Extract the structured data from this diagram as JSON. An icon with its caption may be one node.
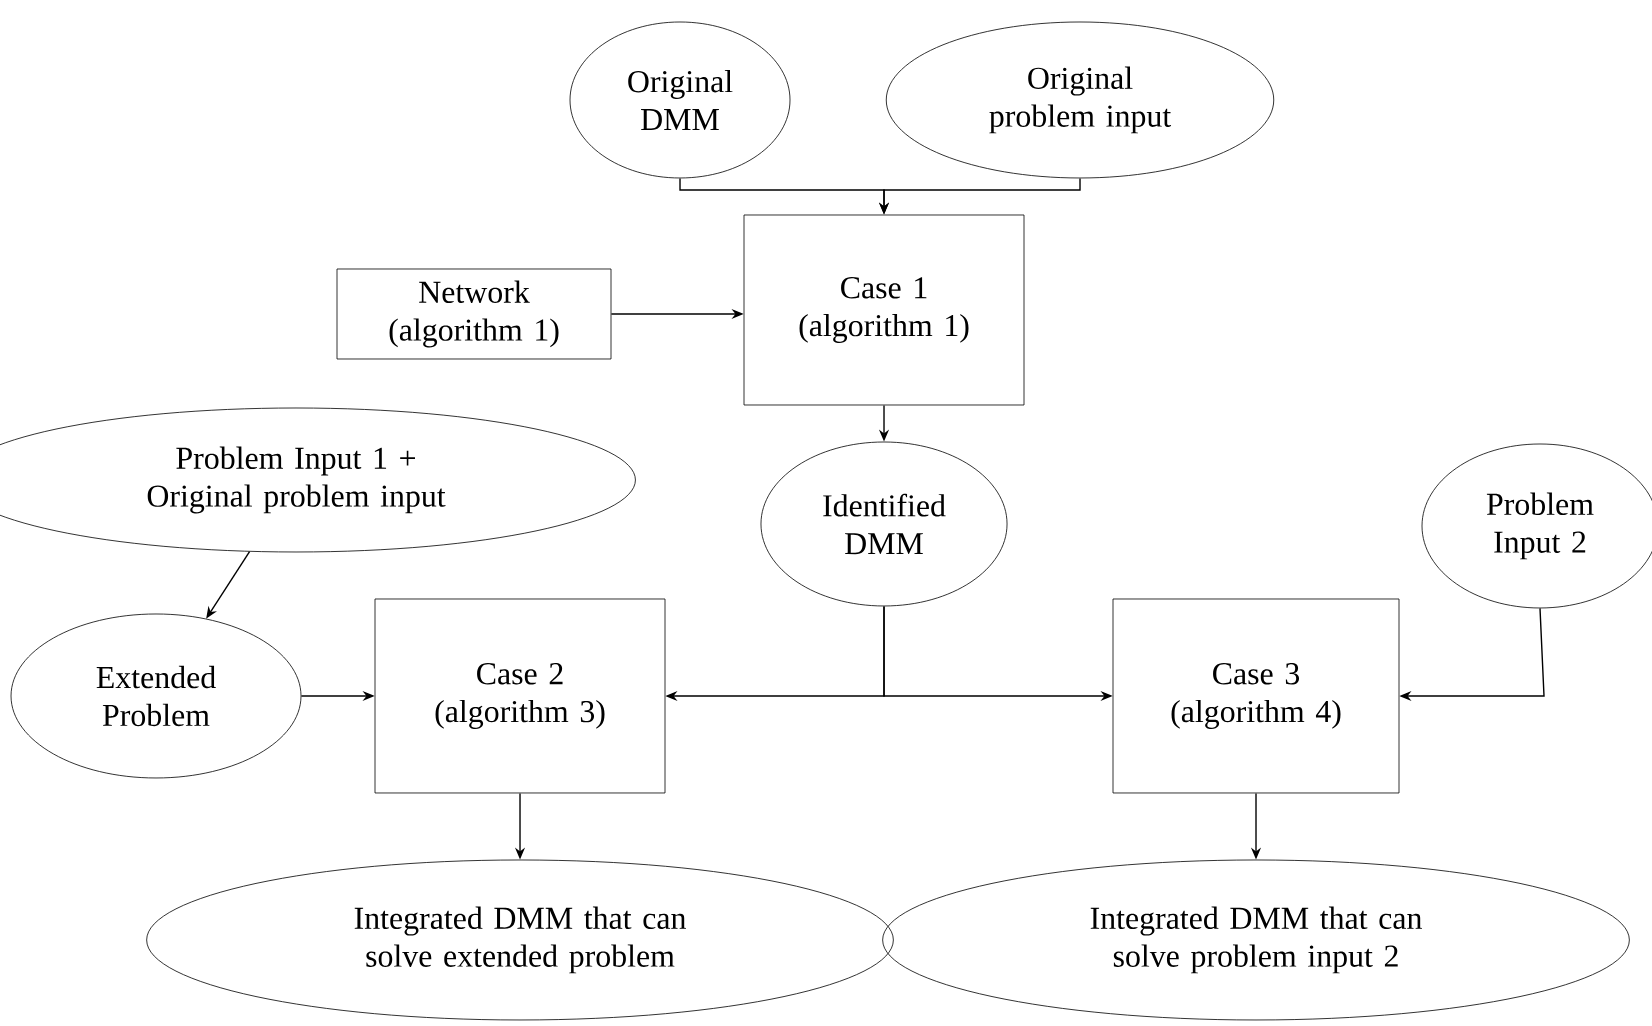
{
  "diagram": {
    "nodes": [
      {
        "text": [
          "Original DMM"
        ]
      },
      {
        "text": [
          "Original problem input"
        ]
      },
      {
        "text": [
          "Network (algorithm 1)"
        ]
      },
      {
        "text": [
          "Case 1 (algorithm 1)"
        ]
      },
      {
        "text": [
          "Problem Input 1 + Original problem input"
        ]
      },
      {
        "text": [
          "Identified DMM"
        ]
      },
      {
        "text": [
          "Problem Input 2"
        ]
      },
      {
        "text": [
          "Extended Problem"
        ]
      },
      {
        "text": [
          "Case 2 (algorithm 3)"
        ]
      },
      {
        "text": [
          "Case 3 (algorithm 4)"
        ]
      },
      {
        "text": [
          "Integrated DMM that can solve extended problem"
        ]
      },
      {
        "text": [
          "Integrated DMM that can solve problem input 2"
        ]
      }
    ],
    "edges": [
      {
        "from": 0,
        "to": 3,
        "arrow": "to"
      },
      {
        "from": 1,
        "to": 3,
        "arrow": "to"
      },
      {
        "from": 2,
        "to": 3,
        "arrow": "to"
      },
      {
        "from": 3,
        "to": 5,
        "arrow": "to"
      },
      {
        "from": 4,
        "to": 7,
        "arrow": "to"
      },
      {
        "from": 7,
        "to": 8,
        "arrow": "to"
      },
      {
        "from": 5,
        "to": 8,
        "arrow": "to"
      },
      {
        "from": 5,
        "to": 9,
        "arrow": "to"
      },
      {
        "from": 6,
        "to": 9,
        "arrow": "to"
      },
      {
        "from": 8,
        "to": 10,
        "arrow": "to"
      },
      {
        "from": 9,
        "to": 11,
        "arrow": "to"
      }
    ]
  }
}
